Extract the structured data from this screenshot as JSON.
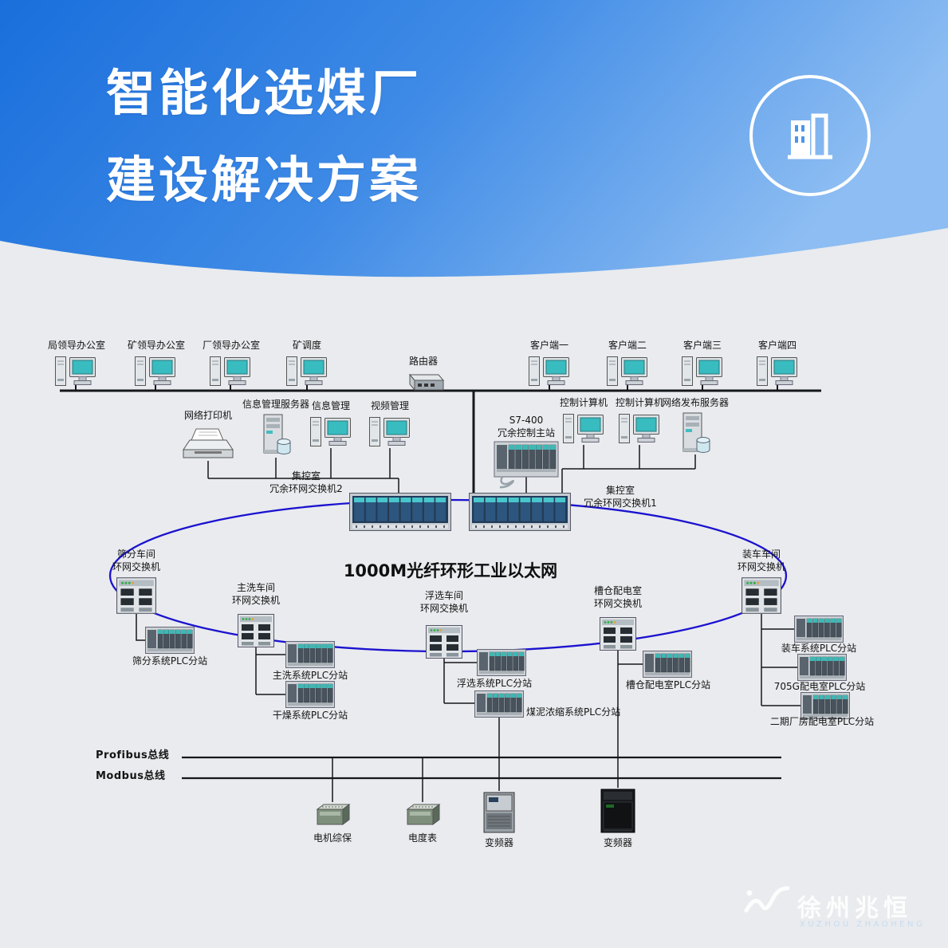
{
  "header": {
    "title_line1": "智能化选煤厂",
    "title_line2": "建设解决方案"
  },
  "diagram": {
    "ring_label": "1000M光纤环形工业以太网",
    "nodes": {
      "office1": "局领导办公室",
      "office2": "矿领导办公室",
      "office3": "厂领导办公室",
      "dispatch": "矿调度",
      "router": "路由器",
      "client1": "客户端一",
      "client2": "客户端二",
      "client3": "客户端三",
      "client4": "客户端四",
      "printer": "网络打印机",
      "info_server": "信息管理服务器",
      "info_mgmt": "信息管理",
      "video_mgmt": "视频管理",
      "s7_400": "S7-400\n冗余控制主站",
      "ctrl_pc1": "控制计算机",
      "ctrl_pc2": "控制计算机",
      "web_server": "网络发布服务器",
      "rack2": "集控室\n冗余环网交换机2",
      "rack1": "集控室\n冗余环网交换机1",
      "sw_screening": "筛分车间\n环网交换机",
      "sw_washing": "主洗车间\n环网交换机",
      "sw_flotation": "浮选车间\n环网交换机",
      "sw_bunker": "槽仓配电室\n环网交换机",
      "sw_loading": "装车车间\n环网交换机",
      "plc_screening": "筛分系统PLC分站",
      "plc_washing": "主洗系统PLC分站",
      "plc_drying": "干燥系统PLC分站",
      "plc_flotation": "浮选系统PLC分站",
      "plc_slurry": "煤泥浓缩系统PLC分站",
      "plc_bunker": "槽仓配电室PLC分站",
      "plc_loading": "装车系统PLC分站",
      "plc_705g": "705G配电室PLC分站",
      "plc_phase2": "二期厂房配电室PLC分站",
      "profibus": "Profibus总线",
      "modbus": "Modbus总线",
      "motor_protection": "电机综保",
      "energy_meter": "电度表",
      "vfd1": "变频器",
      "vfd2": "变频器"
    }
  },
  "logo": {
    "name": "徐州兆恒",
    "sub": "XUZHOU ZHAOHENG"
  },
  "colors": {
    "header_blue": "#1f79e0",
    "ring_blue": "#1b12cf",
    "background": "#e9ebee",
    "screen_teal": "#38bcc0"
  }
}
